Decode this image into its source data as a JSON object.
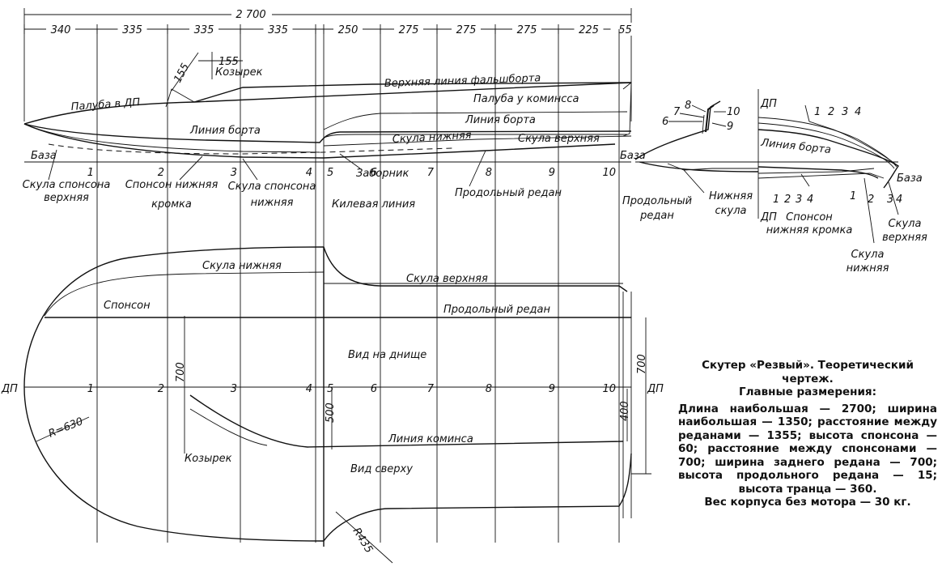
{
  "overall_length": "2 700",
  "segments": [
    "340",
    "335",
    "335",
    "335",
    "250",
    "275",
    "275",
    "275",
    "225",
    "55"
  ],
  "side_view": {
    "kozyrek_dim": "155",
    "kozyrek_angle_dim": "155",
    "kozyrek": "Козырек",
    "paluba_dp": "Палуба в ДП",
    "verkh_falshborta": "Верхняя линия фальшборта",
    "paluba_kominsa": "Палуба у коминсса",
    "liniya_borta": "Линия борта",
    "liniya_borta2": "Линия борта",
    "skula_verkhnyaya": "Скула верхняя",
    "skula_nizhnyaya": "Скула нижняя",
    "baza": "База",
    "skula_sponsona_verkh_1": "Скула спонсона",
    "skula_sponsona_verkh_2": "верхняя",
    "sponson_kromka_1": "Спонсон нижняя",
    "sponson_kromka_2": "кромка",
    "skula_sponsona_nizh_1": "Скула спонсона",
    "skula_sponsona_nizh_2": "нижняя",
    "zabornik": "Заборник",
    "prodolny_redan": "Продольный редан",
    "kilevaya": "Килевая линия"
  },
  "stations": [
    "1",
    "2",
    "3",
    "4",
    "5",
    "6",
    "7",
    "8",
    "9",
    "10"
  ],
  "section_view": {
    "dp": "ДП",
    "baza": "База",
    "liniya_borta": "Линия борта",
    "prodolny_1": "Продольный",
    "prodolny_2": "редан",
    "nizhnyaya_1": "Нижняя",
    "nizhnyaya_2": "скула",
    "dp_bottom": "ДП",
    "sponson_1": "Спонсон",
    "sponson_2": "нижняя кромка",
    "skula_verkh_1": "Скула",
    "skula_verkh_2": "верхняя",
    "skula_nizh_1": "Скула",
    "skula_nizh_2": "нижняя",
    "nums_top_left": [
      "8",
      "7",
      "6",
      "10",
      "9"
    ],
    "nums_top_right": [
      "1",
      "2",
      "3",
      "4"
    ],
    "nums_bottom_left": [
      "1",
      "2",
      "3",
      "4"
    ],
    "nums_bottom_right": [
      "1",
      "2",
      "3",
      "4"
    ]
  },
  "plan_view": {
    "skula_nizhnyaya": "Скула нижняя",
    "skula_verkhnyaya": "Скула верхняя",
    "sponson": "Спонсон",
    "prodolny_redan": "Продольный редан",
    "vid_na_dnishche": "Вид на днище",
    "dp_left": "ДП",
    "dp_right": "ДП",
    "dim_700_left": "700",
    "dim_700_right": "700",
    "dim_500": "500",
    "dim_400": "400",
    "radius_630": "R=630",
    "radius_435": "R435",
    "kozyrek": "Козырек",
    "liniya_kominsa": "Линия коминса",
    "vid_sverkhu": "Вид сверху"
  },
  "caption": {
    "title_1": "Скутер «Резвый». Теоретический",
    "title_2": "чертеж.",
    "subtitle": "Главные размерения:",
    "body": "Длина наибольшая — 2700; ширина наибольшая — 1350; расстояние между реданами — 1355; высота спонсона — 60; расстояние между спонсонами — 700; ширина заднего редана — 700; высота продольного редана — 15; высота транца — 360.",
    "weight": "Вес корпуса без мотора — 30 кг."
  }
}
